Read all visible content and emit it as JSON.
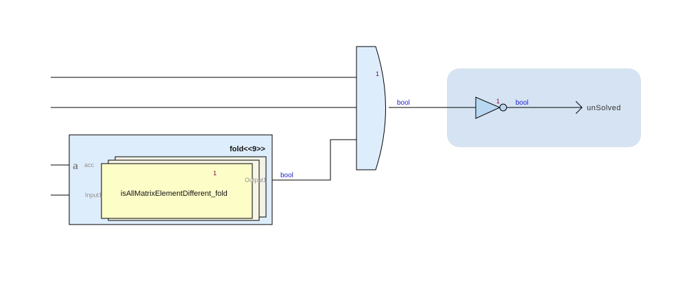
{
  "and_gate": {
    "instance_number": "1"
  },
  "wires": {
    "and_output_type": "bool",
    "fold_output_type": "bool",
    "not_output_type": "bool"
  },
  "fold_block": {
    "title": "fold<<9>>",
    "accumulator_glyph": "a",
    "acc_port_label": "acc",
    "input_port_label": "Input1",
    "output_port_label": "Output1",
    "operator_name": "isAllMatrixElementDifferent_fold",
    "operator_instance": "1"
  },
  "not_gate": {
    "instance_number": "1"
  },
  "output_port": {
    "name": "unSolved"
  },
  "colors": {
    "block_fill": "#deedfb",
    "operator_fill": "#fdfdc8",
    "output_panel": "#d5e3f2",
    "wire": "#000000",
    "type_label": "#2222cc"
  }
}
